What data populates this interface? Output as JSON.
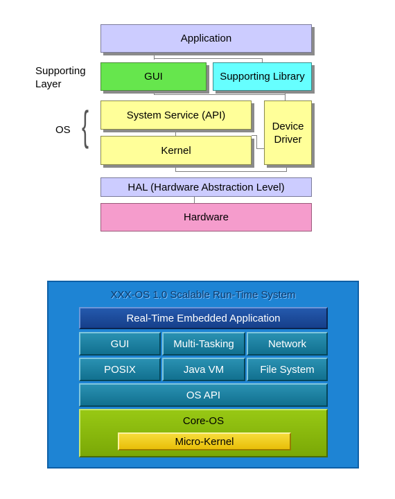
{
  "diagram1": {
    "application": "Application",
    "supporting_layer_label": [
      "Supporting",
      "Layer"
    ],
    "gui": "GUI",
    "supporting_library": "Supporting Library",
    "os_label": "OS",
    "os_brace": "{",
    "system_service": "System Service (API)",
    "kernel": "Kernel",
    "device_driver": [
      "Device",
      "Driver"
    ],
    "hal": "HAL (Hardware Abstraction Level)",
    "hardware": "Hardware",
    "colors": {
      "application": "#ccccff",
      "gui": "#66e64d",
      "supporting_library": "#66ffff",
      "os_boxes": "#ffff99",
      "hal": "#ccccff",
      "hardware": "#f59ccc"
    }
  },
  "diagram2": {
    "title": "XXX-OS 1.0 Scalable Run-Time System",
    "app": "Real-Time Embedded Application",
    "row1": [
      "GUI",
      "Multi-Tasking",
      "Network"
    ],
    "row2": [
      "POSIX",
      "Java VM",
      "File System"
    ],
    "os_api": "OS API",
    "core_os": "Core-OS",
    "micro_kernel": "Micro-Kernel",
    "colors": {
      "panel": "#1e84d4",
      "app_bar": "#1a4fa0",
      "tiles": "#1a7fa0",
      "core_os": "#86b80a",
      "micro_kernel": "#f2cc18"
    }
  }
}
